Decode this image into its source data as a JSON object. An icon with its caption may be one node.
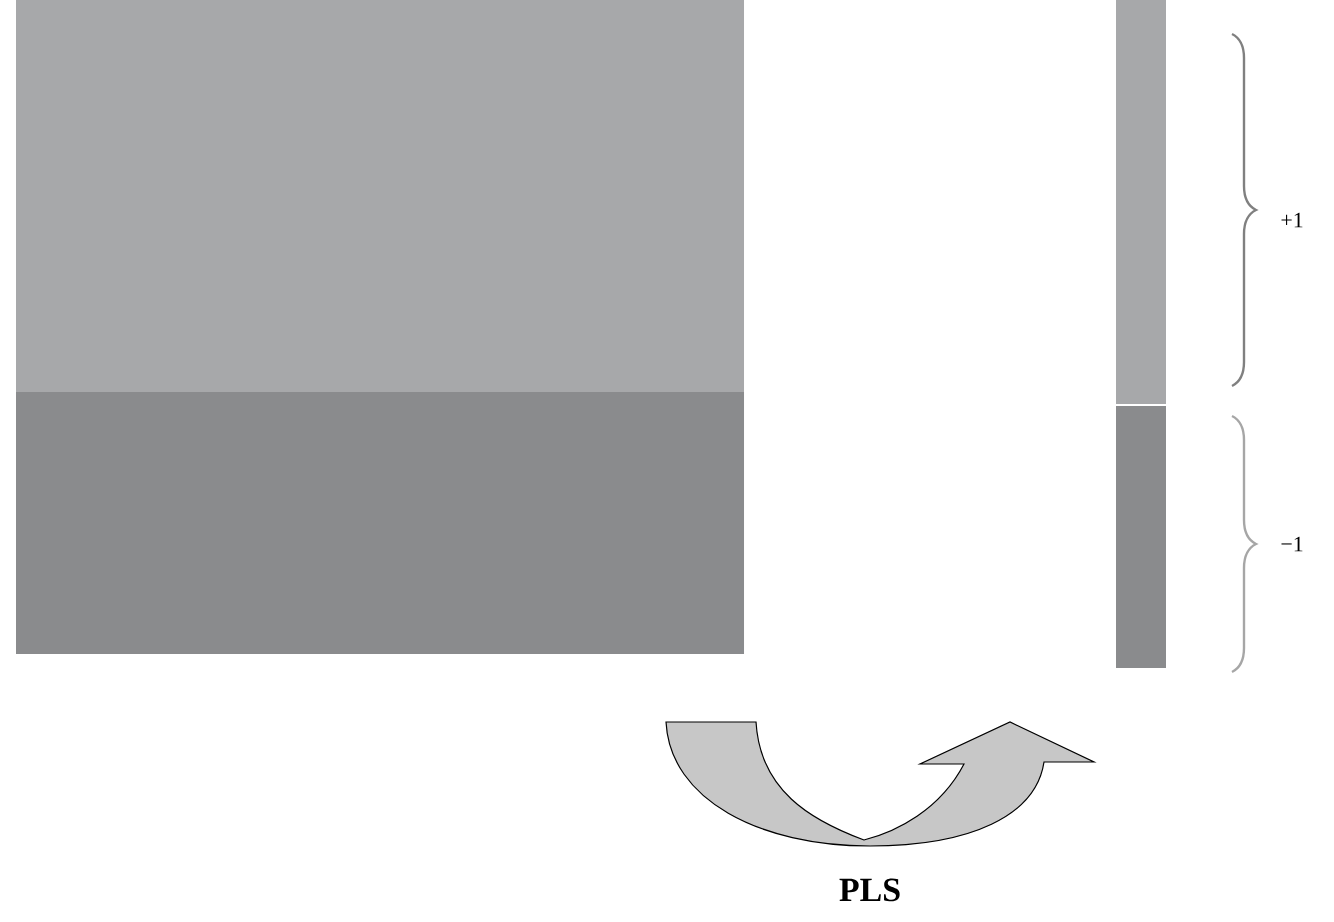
{
  "diagram": {
    "nodes": [
      {
        "text": [],
        "shape": "box"
      },
      {
        "text": [],
        "shape": "box"
      },
      {
        "text": [],
        "shape": "box"
      },
      {
        "text": [],
        "shape": "box"
      }
    ],
    "labels": [
      "+1",
      "−1",
      "PLS"
    ]
  }
}
